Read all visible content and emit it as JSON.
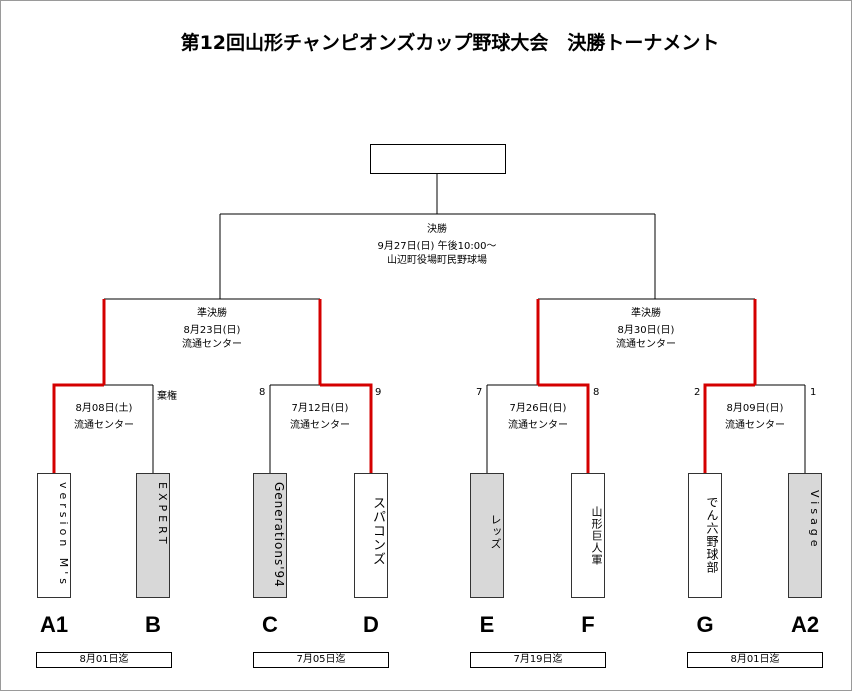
{
  "title": "第12回山形チャンピオンズカップ野球大会　決勝トーナメント",
  "final": {
    "label": "決勝",
    "date": "9月27日(日) 午後10:00～",
    "venue": "山辺町役場町民野球場"
  },
  "semifinals": [
    {
      "label": "準決勝",
      "date": "8月23日(日)",
      "venue": "流通センター"
    },
    {
      "label": "準決勝",
      "date": "8月30日(日)",
      "venue": "流通センター"
    }
  ],
  "first_round": [
    {
      "date": "8月08日(土)",
      "venue": "流通センター",
      "left_score": "",
      "right_score": "棄権"
    },
    {
      "date": "7月12日(日)",
      "venue": "流通センター",
      "left_score": "8",
      "right_score": "9"
    },
    {
      "date": "7月26日(日)",
      "venue": "流通センター",
      "left_score": "7",
      "right_score": "8"
    },
    {
      "date": "8月09日(日)",
      "venue": "流通センター",
      "left_score": "2",
      "right_score": "1"
    }
  ],
  "teams": [
    {
      "slot": "A1",
      "name": "version M's"
    },
    {
      "slot": "B",
      "name": "EXPERT"
    },
    {
      "slot": "C",
      "name": "Generations'94"
    },
    {
      "slot": "D",
      "name": "スパコンズ"
    },
    {
      "slot": "E",
      "name": "レッズ"
    },
    {
      "slot": "F",
      "name": "山形巨人軍"
    },
    {
      "slot": "G",
      "name": "でん六野球部"
    },
    {
      "slot": "A2",
      "name": "Visage"
    }
  ],
  "deadlines": [
    "8月01日迄",
    "7月05日迄",
    "7月19日迄",
    "8月01日迄"
  ],
  "colors": {
    "winner_line": "#d40000",
    "line": "#000000",
    "grey_fill": "#d8d8d8"
  }
}
